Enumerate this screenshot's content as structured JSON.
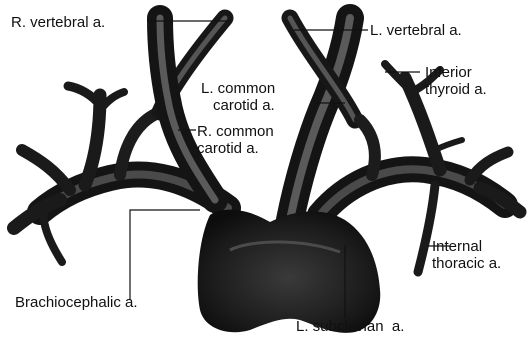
{
  "figure": {
    "labels": {
      "r_vertebral": "R. vertebral a.",
      "l_vertebral": "L. vertebral a.",
      "l_common_carotid_line1": "L. common",
      "l_common_carotid_line2": "carotid a.",
      "r_common_carotid_line1": "R. common",
      "r_common_carotid_line2": "carotid a.",
      "inferior_thyroid_line1": "Inferior",
      "inferior_thyroid_line2": "thyroid a.",
      "internal_thoracic_line1": "Internal",
      "internal_thoracic_line2": "thoracic a.",
      "brachiocephalic": "Brachiocephalic a.",
      "l_subclavian": "L. subclavian  a."
    },
    "colors": {
      "vessel": "#2f2f2f",
      "vessel_dark": "#141414",
      "vessel_highlight": "#6a6a6a",
      "text": "#111111",
      "background": "#ffffff"
    }
  }
}
